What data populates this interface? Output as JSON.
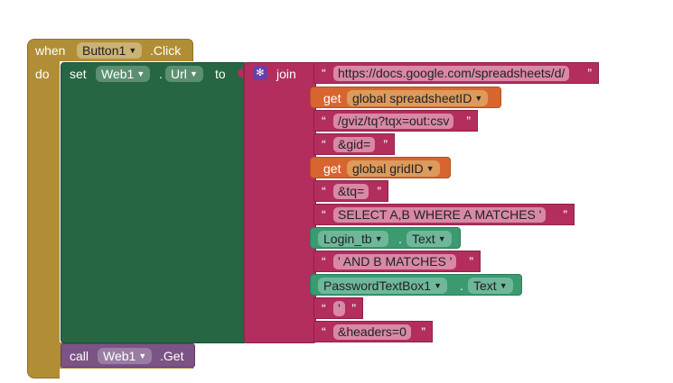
{
  "event": {
    "when_label": "when",
    "component": "Button1",
    "event_name": ".Click",
    "do_label": "do"
  },
  "set": {
    "set_label": "set",
    "component": "Web1",
    "dot": ".",
    "property": "Url",
    "to_label": "to"
  },
  "join": {
    "label": "join"
  },
  "join_items": [
    {
      "type": "text",
      "value": "https://docs.google.com/spreadsheets/d/"
    },
    {
      "type": "get",
      "get_label": "get",
      "var": "global spreadsheetID"
    },
    {
      "type": "text",
      "value": "/gviz/tq?tqx=out:csv"
    },
    {
      "type": "text",
      "value": "&gid="
    },
    {
      "type": "get",
      "get_label": "get",
      "var": "global gridID"
    },
    {
      "type": "text",
      "value": "&tq="
    },
    {
      "type": "text",
      "value": "SELECT A,B WHERE A MATCHES '"
    },
    {
      "type": "comp",
      "component": "Login_tb",
      "dot": ".",
      "property": "Text"
    },
    {
      "type": "text",
      "value": "' AND B MATCHES '"
    },
    {
      "type": "comp",
      "component": "PasswordTextBox1",
      "dot": ".",
      "property": "Text"
    },
    {
      "type": "text",
      "value": "'"
    },
    {
      "type": "text",
      "value": "&headers=0"
    }
  ],
  "call": {
    "call_label": "call",
    "component": "Web1",
    "method": ".Get"
  },
  "quote_open": "“",
  "quote_close": "”",
  "colors": {
    "event": "#b18e35",
    "setter": "#266643",
    "text": "#b32d5e",
    "getter": "#d8652f",
    "component": "#3b9a6f",
    "procedure": "#7c5385"
  }
}
